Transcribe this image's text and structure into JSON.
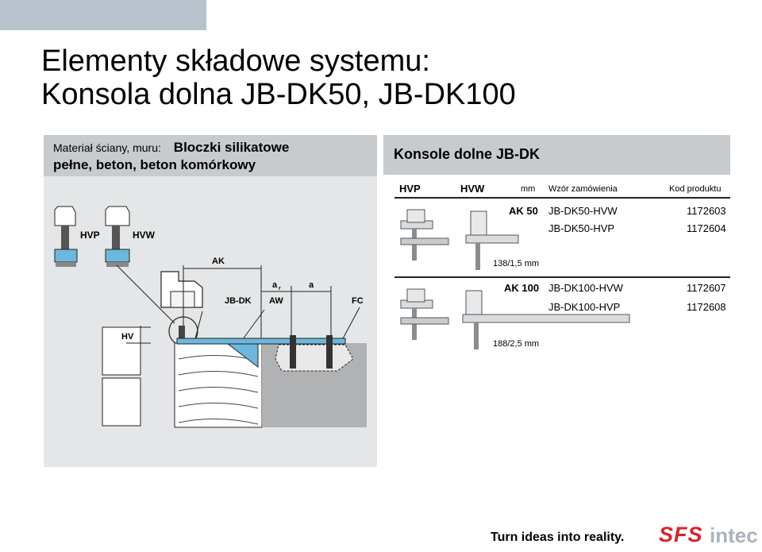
{
  "slide": {
    "title_line1": "Elementy składowe systemu:",
    "title_line2": "Konsola dolna JB-DK50, JB-DK100"
  },
  "left_panel": {
    "header_label": "Materiał ściany, muru:",
    "header_value_1": "Bloczki silikatowe",
    "header_value_2": "pełne, beton, beton komórkowy",
    "labels": {
      "hvp": "HVP",
      "hvw": "HVW",
      "ak": "AK",
      "ar": "a",
      "ar_sub": "r",
      "a": "a",
      "jbdk": "JB-DK",
      "aw": "AW",
      "fc": "FC",
      "hv": "HV"
    }
  },
  "right_panel": {
    "title": "Konsole dolne JB-DK",
    "headers": {
      "hvp": "HVP",
      "hvw": "HVW",
      "mm": "mm",
      "order": "Wzór zamówienia",
      "code": "Kod produktu"
    },
    "groups": [
      {
        "ak": "AK 50",
        "size": "138/1,5 mm",
        "rows": [
          {
            "pattern": "JB-DK50-HVW",
            "code": "1172603"
          },
          {
            "pattern": "JB-DK50-HVP",
            "code": "1172604"
          }
        ]
      },
      {
        "ak": "AK 100",
        "size": "188/2,5 mm",
        "rows": [
          {
            "pattern": "JB-DK100-HVW",
            "code": "1172607"
          },
          {
            "pattern": "JB-DK100-HVP",
            "code": "1172608"
          }
        ]
      }
    ]
  },
  "footer": {
    "tagline": "Turn ideas into reality.",
    "logo_sfs": "SFS",
    "logo_intec": "intec"
  },
  "colors": {
    "top_bar": "#b7c2cc",
    "panel_header": "#c8cbce",
    "panel_bg": "#e4e6e8",
    "bracket_blue": "#6cb8dc",
    "logo_red": "#d8232a",
    "logo_grey": "#a9b3bd"
  }
}
